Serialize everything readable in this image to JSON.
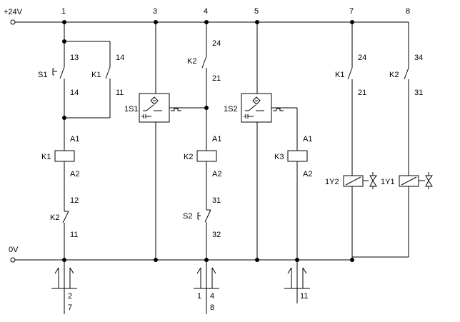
{
  "rails": {
    "top_label": "+24V",
    "bottom_label": "0V"
  },
  "columns": [
    "1",
    "3",
    "4",
    "5",
    "7",
    "8"
  ],
  "col1": {
    "s1": {
      "name": "S1",
      "t_top": "13",
      "t_bot": "14"
    },
    "k1_hold": {
      "name": "K1",
      "t_top": "14",
      "t_bot": "11"
    },
    "k1_coil": {
      "name": "K1",
      "a1": "A1",
      "a2": "A2"
    },
    "k2_nc": {
      "name": "K2",
      "t_top": "12",
      "t_bot": "11"
    }
  },
  "col3": {
    "sensor": {
      "name": "1S1"
    }
  },
  "col4": {
    "k2_contact": {
      "name": "K2",
      "t_top": "24",
      "t_bot": "21"
    },
    "k2_coil": {
      "name": "K2",
      "a1": "A1",
      "a2": "A2"
    },
    "s2": {
      "name": "S2",
      "t_top": "31",
      "t_bot": "32"
    }
  },
  "col5": {
    "sensor": {
      "name": "1S2"
    },
    "k3_coil": {
      "name": "K3",
      "a1": "A1",
      "a2": "A2"
    }
  },
  "col7": {
    "k1_contact": {
      "name": "K1",
      "t_top": "24",
      "t_bot": "21"
    },
    "valve": {
      "name": "1Y2"
    }
  },
  "col8": {
    "k2_contact": {
      "name": "K2",
      "t_top": "34",
      "t_bot": "31"
    },
    "valve": {
      "name": "1Y1"
    }
  },
  "contact_tables": {
    "k1": {
      "left": "2",
      "right": "7"
    },
    "k2": {
      "left": "1",
      "mid_top": "4",
      "mid_bot": "8"
    },
    "k3": {
      "right": "11"
    }
  }
}
